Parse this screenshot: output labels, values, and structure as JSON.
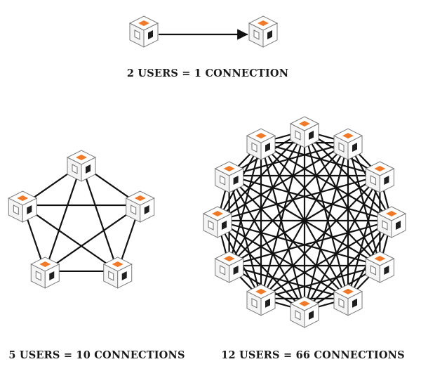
{
  "colors": {
    "accent": "#f07a2a",
    "line": "#111111",
    "cube_outline": "#7a7a7a",
    "caption": "#1a1a1a"
  },
  "icons": {
    "node": "cube-icon"
  },
  "diagrams": {
    "pair": {
      "caption": "2 USERS = 1 CONNECTION",
      "users": 2,
      "connections": 1
    },
    "pentagon": {
      "caption": "5 USERS = 10 CONNECTIONS",
      "users": 5,
      "connections": 10
    },
    "dodecagon": {
      "caption": "12 USERS = 66 CONNECTIONS",
      "users": 12,
      "connections": 66
    }
  }
}
